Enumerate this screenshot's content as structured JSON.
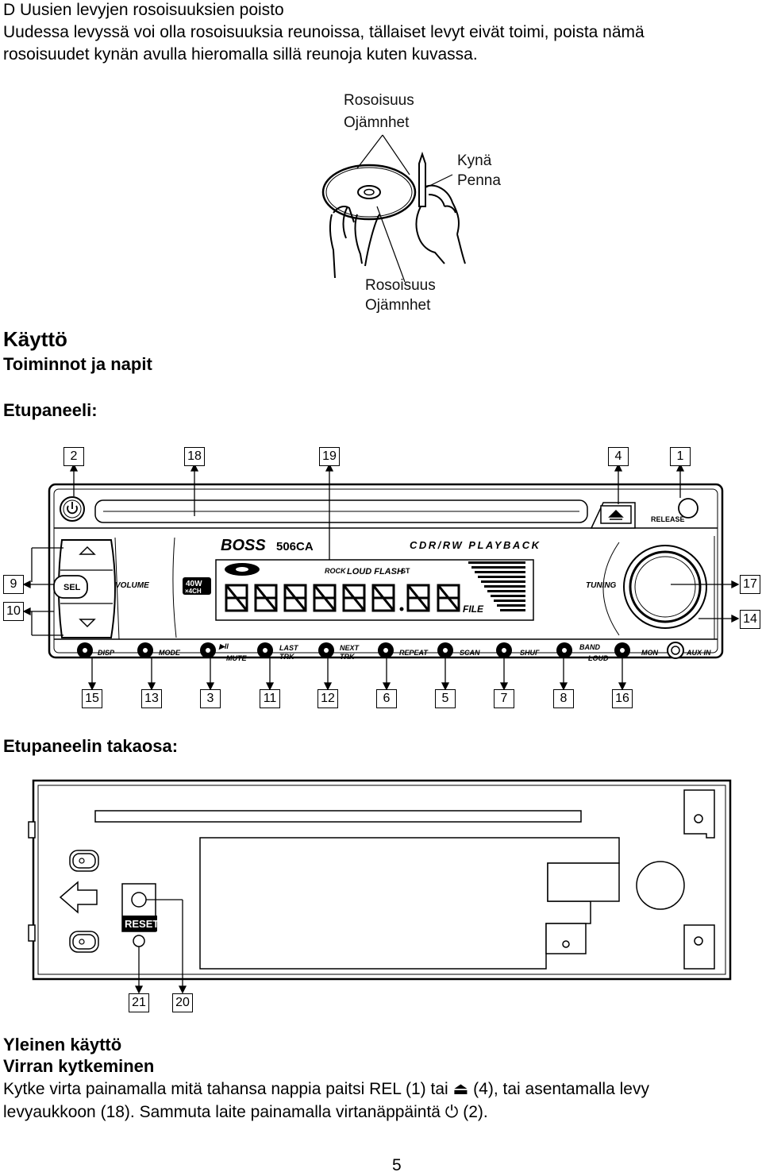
{
  "intro": {
    "heading": "D Uusien levyjen rosoisuuksien poisto",
    "line1": "Uudessa levyssä voi olla rosoisuuksia reunoissa, tällaiset levyt eivät toimi, poista nämä",
    "line2": "rosoisuudet kynän avulla hieromalla sillä reunoja kuten kuvassa."
  },
  "disc_figure": {
    "top_label_1": "Rosoisuus",
    "top_label_2": "Ojämnhet",
    "pen_label_1": "Kynä",
    "pen_label_2": "Penna",
    "bottom_label_1": "Rosoisuus",
    "bottom_label_2": "Ojämnhet"
  },
  "usage": {
    "title": "Käyttö",
    "subtitle": "Toiminnot ja napit",
    "front_panel": "Etupaneeli:"
  },
  "front_panel": {
    "top_callouts": [
      "2",
      "18",
      "19",
      "4",
      "1"
    ],
    "left_callouts": [
      "9",
      "10"
    ],
    "right_callouts": [
      "17",
      "14"
    ],
    "bottom_callouts": [
      "15",
      "13",
      "3",
      "11",
      "12",
      "6",
      "5",
      "7",
      "8",
      "16"
    ],
    "brand": "BOSS",
    "model": "506CA",
    "playback": "CDR/RW PLAYBACK",
    "release": "RELEASE",
    "sel": "SEL",
    "volume": "VOLUME",
    "power_badge_1": "40W",
    "power_badge_2": "×4CH",
    "rock": "ROCK",
    "loud_flash": "LOUD FLASH",
    "st": "ST",
    "file": "FILE",
    "tuning": "TUNING",
    "buttons": {
      "disp": "DISP",
      "mode": "MODE",
      "play_pause": "▶II",
      "mute": "MUTE",
      "last_1": "LAST",
      "last_2": "TRK",
      "next_1": "NEXT",
      "next_2": "TRK",
      "repeat": "REPEAT",
      "scan": "SCAN",
      "shuf": "SHUF",
      "band": "BAND",
      "loud": "LOUD",
      "mon": "MON",
      "aux_in": "AUX IN"
    }
  },
  "back_panel": {
    "title": "Etupaneelin takaosa:",
    "reset": "RESET",
    "callouts": [
      "21",
      "20"
    ]
  },
  "general": {
    "title": "Yleinen käyttö",
    "subtitle": "Virran kytkeminen",
    "line1": "Kytke virta painamalla mitä tahansa nappia paitsi REL (1) tai ⏏ (4), tai asentamalla levy",
    "line2": "levyaukkoon (18). Sammuta laite painamalla virtanäppäintä ⏻ (2)."
  },
  "page_number": "5"
}
